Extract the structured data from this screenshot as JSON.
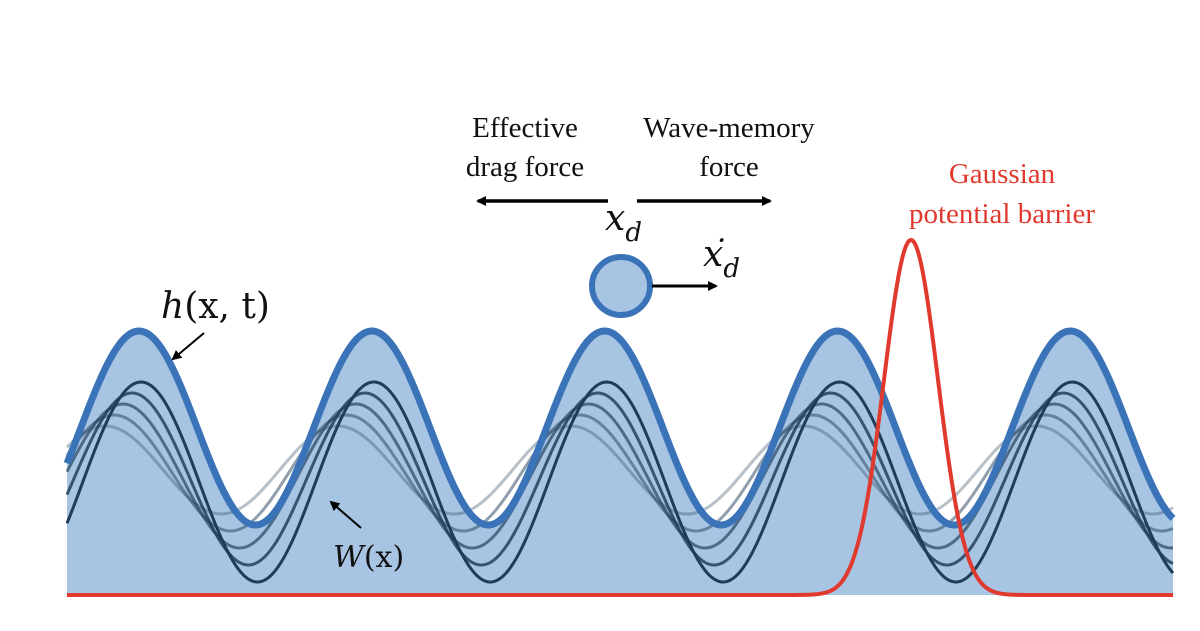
{
  "labels": {
    "drag_line1": "Effective",
    "drag_line2": "drag force",
    "memory_line1": "Wave-memory",
    "memory_line2": "force",
    "barrier_line1": "Gaussian",
    "barrier_line2": "potential barrier",
    "h_symbol": "h",
    "h_args": "(x, t)",
    "w_symbol": "W",
    "w_args": "(x)",
    "xd_symbol": "x",
    "xd_sub": "d",
    "xdot_symbol": "x",
    "xdot_dot": "˙",
    "xdot_sub": "d"
  },
  "colors": {
    "fill": "#a7c5e2",
    "wave_stroke": "#3b73b8",
    "mode_line": "#1f3c58",
    "barrier": "#e03a2f",
    "droplet_fill": "#a7c5e2",
    "droplet_stroke": "#3b73b8",
    "arrow": "#000000"
  },
  "diagram": {
    "wave_periods": 4.75,
    "memory_layers": 5,
    "barrier_shape": "gaussian"
  }
}
